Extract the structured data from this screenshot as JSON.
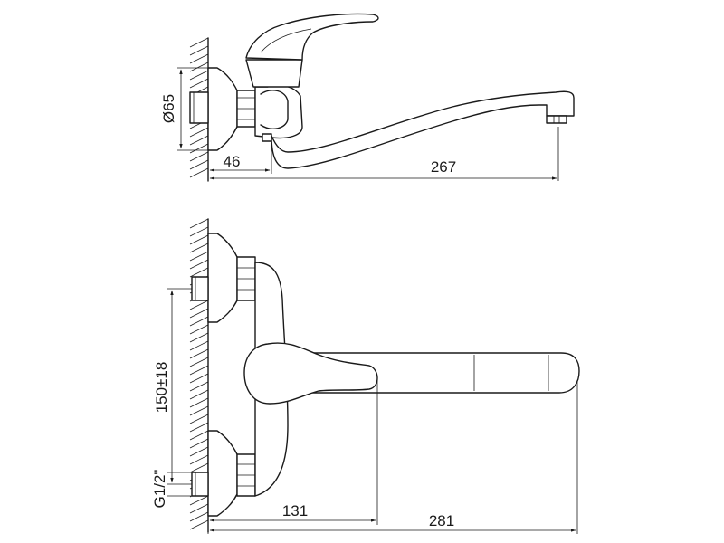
{
  "drawing": {
    "line_color": "#1a1a1a",
    "background": "#ffffff",
    "dimensions": {
      "side_flange_diameter": "Ø65",
      "side_offset": "46",
      "side_spout_reach": "267",
      "front_center_distance": "150±18",
      "front_thread": "G1/2\"",
      "front_handle_reach": "131",
      "front_spout_reach": "281"
    }
  }
}
